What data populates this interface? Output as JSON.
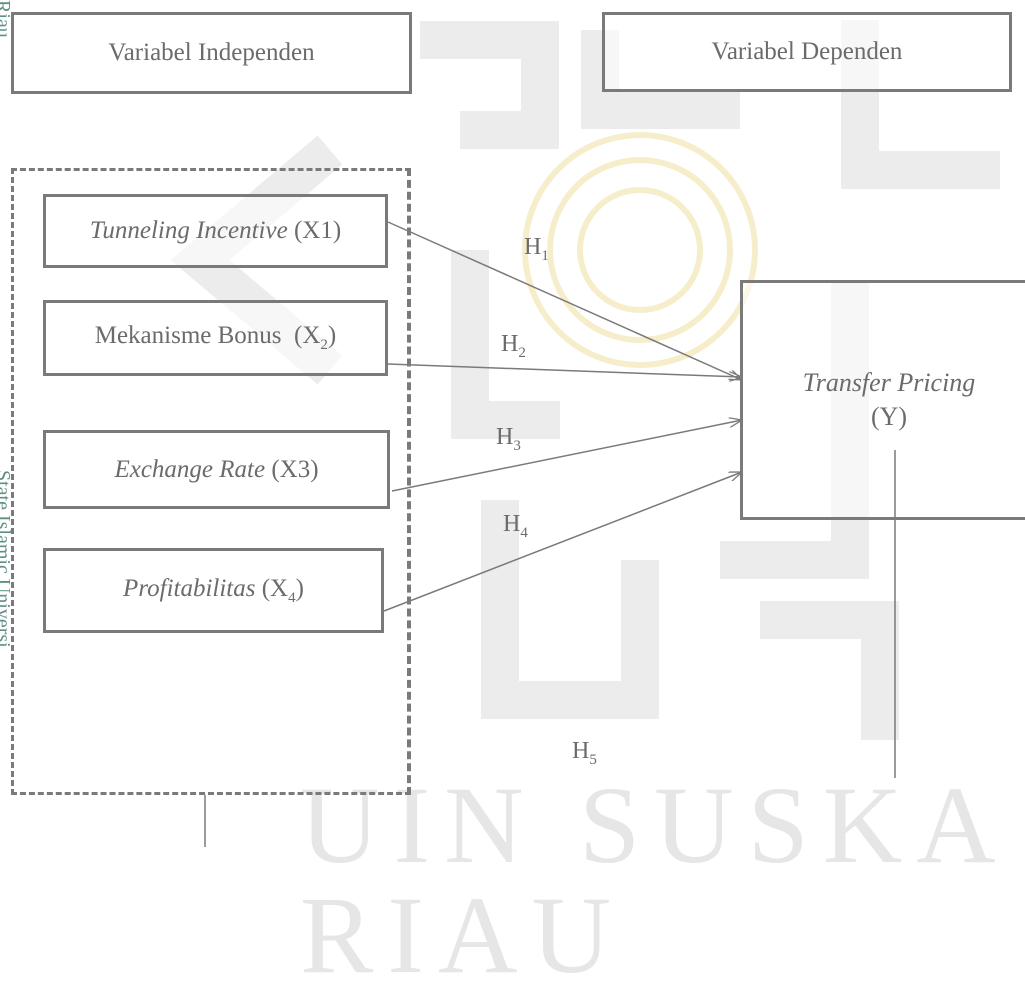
{
  "header": {
    "independent": "Variabel Independen",
    "dependent": "Variabel Dependen"
  },
  "independents": [
    {
      "name": "Tunneling Incentive",
      "code": "(X1)"
    },
    {
      "name": "Mekanisme Bonus",
      "code": "(X",
      "sub": "2",
      "close": ")"
    },
    {
      "name": "Exchange Rate",
      "code": "(X3)"
    },
    {
      "name": "Profitabilitas",
      "code": "(X",
      "sub": "4",
      "close": ")"
    }
  ],
  "dependent": {
    "name": "Transfer Pricing",
    "code": "(Y)"
  },
  "hypotheses": [
    {
      "letter": "H",
      "sub": "1"
    },
    {
      "letter": "H",
      "sub": "2"
    },
    {
      "letter": "H",
      "sub": "3"
    },
    {
      "letter": "H",
      "sub": "4"
    },
    {
      "letter": "H",
      "sub": "5"
    }
  ],
  "watermark": {
    "side_top": "Riau",
    "side_bottom": "State Islamic Universi",
    "bottom": "UIN SUSKA RIAU"
  },
  "colors": {
    "border": "#7a7a7a",
    "text": "#6b6b6b",
    "watermark": "#ececec",
    "watermark_gold": "#f6eecb"
  }
}
